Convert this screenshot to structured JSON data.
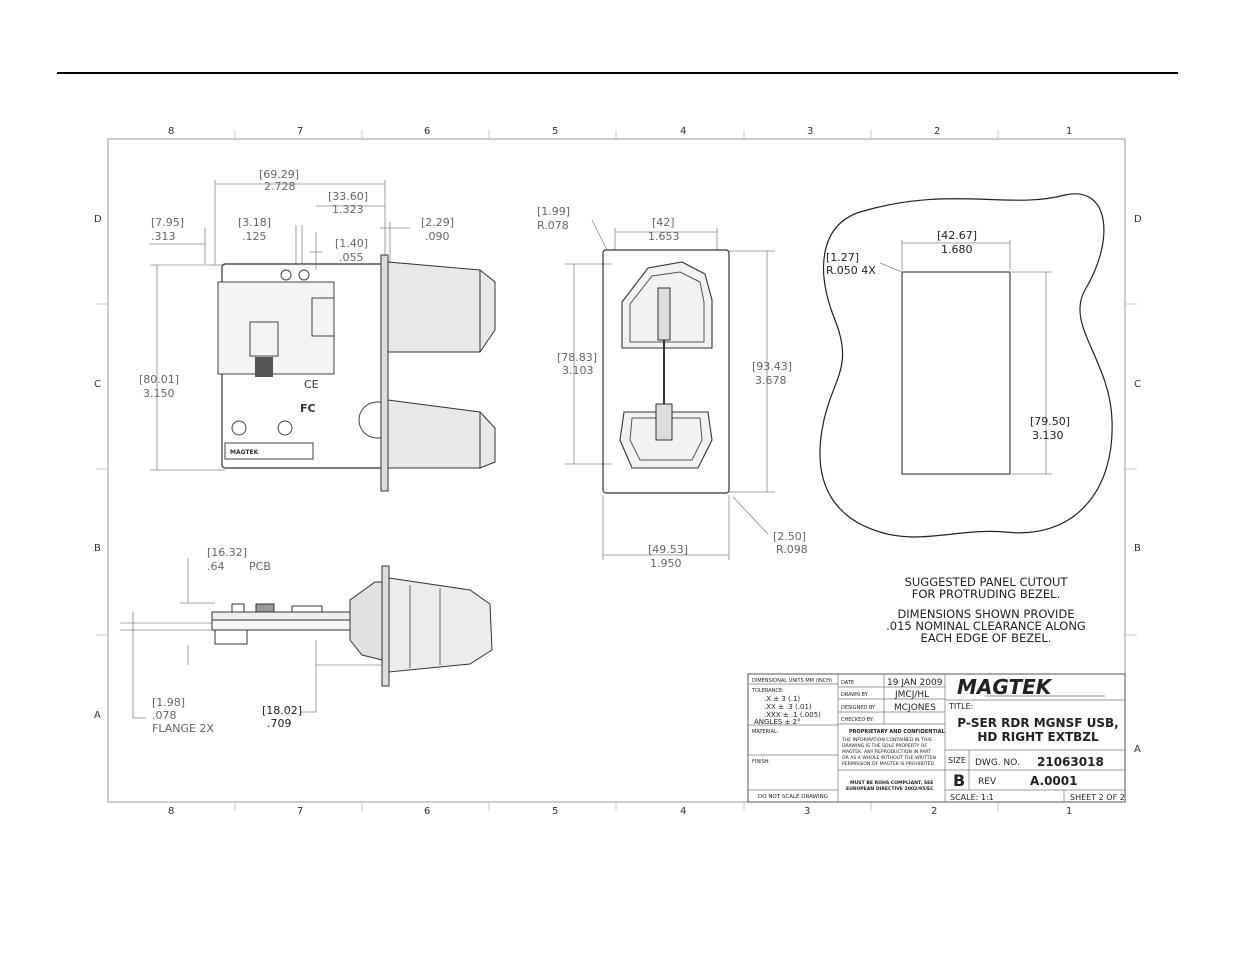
{
  "border": {
    "top_zones": [
      "8",
      "7",
      "6",
      "5",
      "4",
      "3",
      "2",
      "1"
    ],
    "bottom_zones": [
      "8",
      "7",
      "6",
      "5",
      "4",
      "3",
      "2",
      "1"
    ],
    "left_zones": [
      "D",
      "C",
      "B",
      "A"
    ],
    "right_zones": [
      "D",
      "C",
      "B",
      "A"
    ]
  },
  "front_view": {
    "d1": "[69.29]",
    "d1b": "2.728",
    "d2": "[33.60]",
    "d2b": "1.323",
    "d3": "[7.95]",
    "d3b": ".313",
    "d4": "[3.18]",
    "d4b": ".125",
    "d5": "[1.40]",
    "d5b": ".055",
    "d6": "[2.29]",
    "d6b": ".090",
    "d7": "[80.01]",
    "d7b": "3.150",
    "pcb_brand": "MAGTEK"
  },
  "bezel_view": {
    "r1": "[1.99]",
    "r1b": "R.078",
    "w1": "[42]",
    "w1b": "1.653",
    "h1": "[78.83]",
    "h1b": "3.103",
    "h2": "[93.43]",
    "h2b": "3.678",
    "w2": "[49.53]",
    "w2b": "1.950",
    "r2": "[2.50]",
    "r2b": "R.098"
  },
  "cutout_view": {
    "w": "[42.67]",
    "wb": "1.680",
    "r": "[1.27]",
    "rb": "R.050  4X",
    "h": "[79.50]",
    "hb": "3.130"
  },
  "notes": {
    "n1": "SUGGESTED PANEL CUTOUT",
    "n2": "FOR PROTRUDING BEZEL.",
    "n3": "DIMENSIONS SHOWN PROVIDE",
    "n4": ".015 NOMINAL CLEARANCE ALONG",
    "n5": "EACH EDGE OF BEZEL."
  },
  "side_view": {
    "d1": "[16.32]",
    "d1b": ".64",
    "d1c": "PCB",
    "d2": "[1.98]",
    "d2b": ".078",
    "d2c": "FLANGE 2X",
    "d3": "[18.02]",
    "d3b": ".709"
  },
  "title_block": {
    "units": "DIMENSIONAL UNITS MM (INCH)",
    "tolerance": "TOLERANCE:",
    "tol1": ".X    ± 3 (.1)",
    "tol2": ".XX   ± .3 (.01)",
    "tol3": ".XXX ± .1 (.005)",
    "tol4": "ANGLES ± 2°",
    "material": "MATERIAL:",
    "finish": "FINISH:",
    "no_scale": "DO NOT  SCALE DRAWING",
    "date_label": "DATE",
    "date": "19 JAN 2009",
    "drawn_label": "DRAWN BY",
    "drawn": "JMCJ/HL",
    "designed_label": "DESIGNED BY",
    "designed": "MCJONES",
    "checked_label": "CHECKED BY:",
    "prop_title": "PROPRIETARY AND CONFIDENTIAL",
    "prop1": "THE INFORMATION CONTAINED IN THIS",
    "prop2": "DRAWING IS THE SOLE PROPERTY OF",
    "prop3": "MAGTEK. ANY REPRODUCTION IN PART",
    "prop4": "OR AS A WHOLE WITHOUT THE WRITTEN",
    "prop5": "PERMISSION OF MAGTEK IS PROHIBITED.",
    "rohs1": "MUST BE ROHS COMPLIANT, SEE",
    "rohs2": "EUROPEAN DIRECTIVE 2002/95/EC",
    "logo": "MAGTEK",
    "title_label": "TITLE:",
    "title1": "P-SER RDR MGNSF USB,",
    "title2": "HD RIGHT EXTBZL",
    "size_label": "SIZE",
    "size": "B",
    "dwg_label": "DWG.  NO.",
    "dwg": "21063018",
    "rev_label": "REV",
    "rev": "A.0001",
    "scale": "SCALE: 1:1",
    "sheet": "SHEET 2 OF 2"
  }
}
